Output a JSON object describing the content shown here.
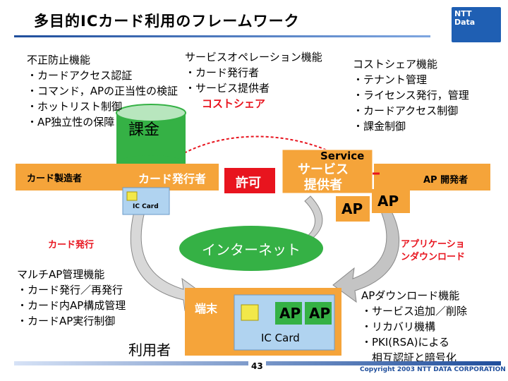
{
  "title": "多目的ICカード利用のフレームワーク",
  "logo": {
    "line1": "NTT",
    "line2": "Data"
  },
  "issuer_functions": {
    "heading": "不正防止機能",
    "items": [
      "・カードアクセス認証",
      "・コマンド，APの正当性の検証",
      "・ホットリスト制御",
      "・AP独立性の保障"
    ]
  },
  "service_functions": {
    "heading": "サービスオペレーション機能",
    "items": [
      "・カード発行者",
      "・サービス提供者"
    ],
    "note": "コストシェア"
  },
  "costshare_functions": {
    "heading": "コストシェア機能",
    "items": [
      "・テナント管理",
      "・ライセンス発行，管理",
      "・カードアクセス制御",
      "・課金制御"
    ]
  },
  "billing": "課金",
  "card_maker": "カード製造者",
  "card_issuer": "カード発行者",
  "ic_card_label": "IC Card",
  "permission": "許可",
  "service_tag": "Service",
  "service_provider": [
    "サービス",
    "提供者"
  ],
  "ap_developer": "AP 開発者",
  "ap": "AP",
  "card_issuance": "カード発行",
  "internet": "インターネット",
  "app_download": [
    "アプリケーショ",
    "ンダウンロード"
  ],
  "multi_ap": {
    "heading": "マルチAP管理機能",
    "items": [
      "・カード発行／再発行",
      "・カード内AP構成管理",
      "・カードAP実行制御"
    ]
  },
  "terminal": "端末",
  "user": "利用者",
  "ap_download_functions": {
    "heading": "APダウンロード機能",
    "items": [
      "・サービス追加／削除",
      "・リカバリ機構",
      "・PKI(RSA)による",
      "　相互認証と暗号化"
    ]
  },
  "page_number": "43",
  "copyright": "Copyright 2003 NTT DATA CORPORATION",
  "colors": {
    "orange": "#f5a43a",
    "green": "#35b145",
    "red": "#e8141e",
    "blue": "#1f4e9c",
    "gray_arrow": "#d8d8d8"
  }
}
